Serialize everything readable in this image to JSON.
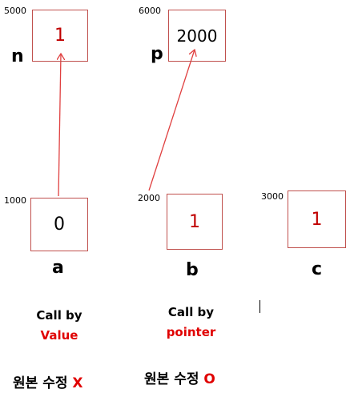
{
  "top": {
    "n": {
      "address": "5000",
      "value": "1",
      "name": "n"
    },
    "p": {
      "address": "6000",
      "value": "2000",
      "name": "p"
    }
  },
  "bottom": {
    "a": {
      "address": "1000",
      "value": "0",
      "name": "a"
    },
    "b": {
      "address": "2000",
      "value": "1",
      "name": "b"
    },
    "c": {
      "address": "3000",
      "value": "1",
      "name": "c"
    }
  },
  "captions": {
    "value": {
      "line1": "Call by",
      "line2": "Value"
    },
    "pointer": {
      "line1": "Call by",
      "line2": "pointer"
    }
  },
  "notes": {
    "value": {
      "text": "원본 수정",
      "mark": "X"
    },
    "pointer": {
      "text": "원본 수정",
      "mark": "O"
    }
  },
  "colors": {
    "box_border": "#c0504d",
    "accent_red": "#e00000",
    "arrow": "#e04040"
  }
}
